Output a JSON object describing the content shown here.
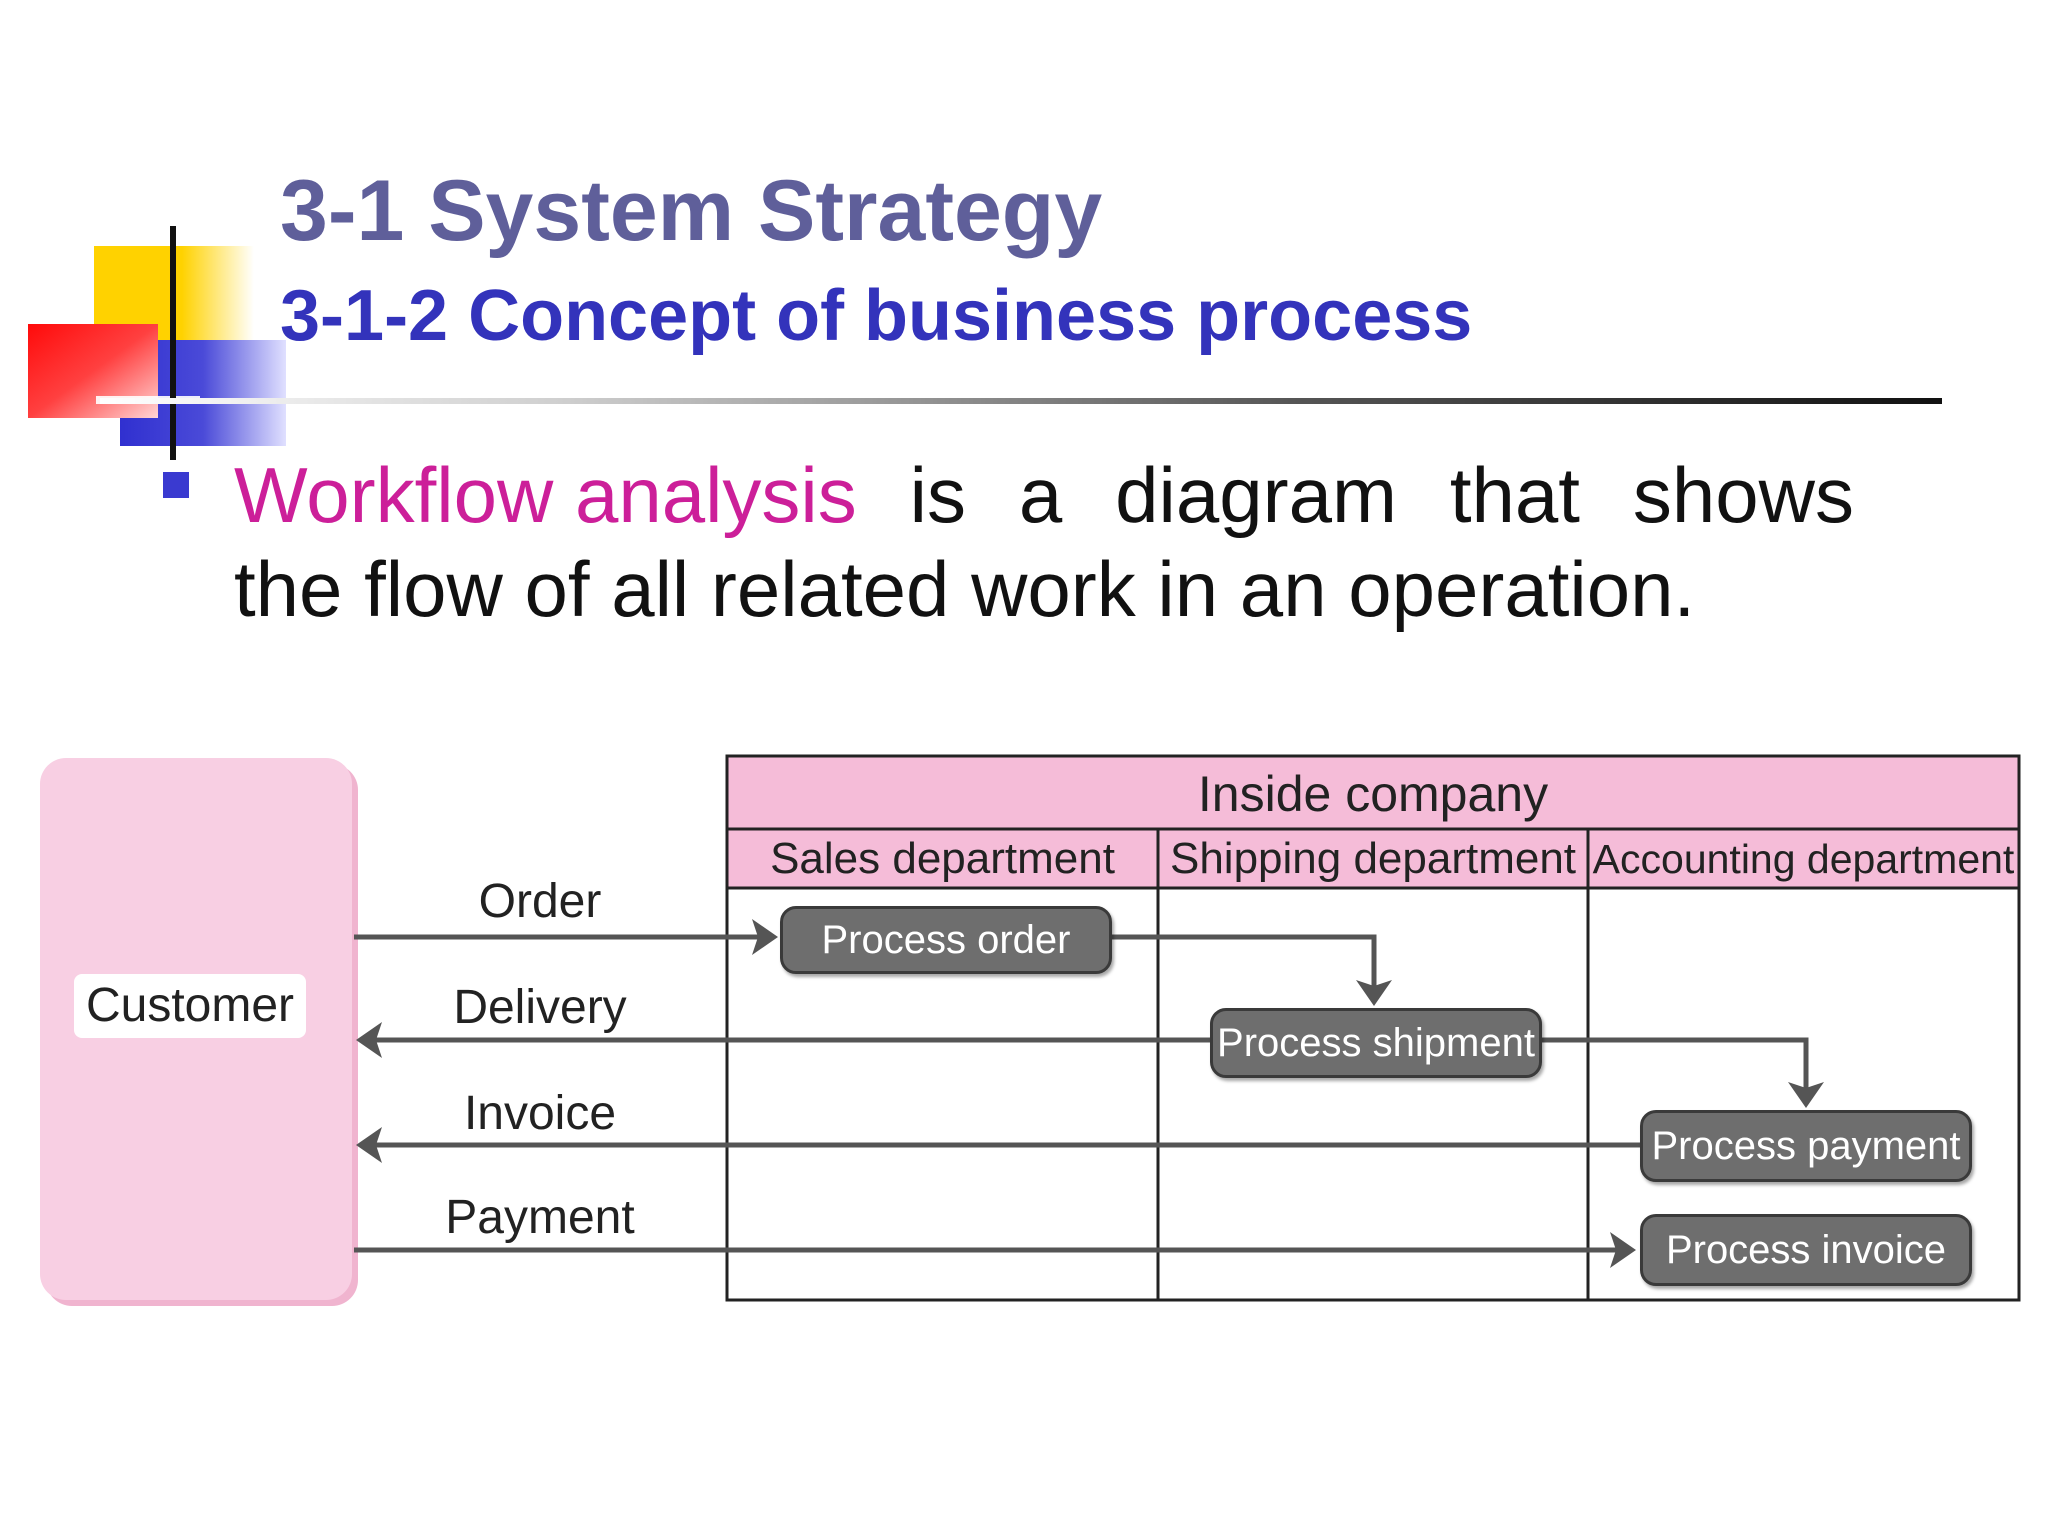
{
  "slide": {
    "title": "3-1 System Strategy",
    "subtitle": "3-1-2 Concept of business process",
    "bullet": {
      "term": "Workflow analysis",
      "line1_words": [
        "is",
        "a",
        "diagram",
        "that",
        "shows"
      ],
      "line2": "the flow of all related work in an operation."
    }
  },
  "diagram": {
    "actor": "Customer",
    "group_header": "Inside company",
    "lanes": [
      "Sales department",
      "Shipping department",
      "Accounting department"
    ],
    "processes": [
      "Process order",
      "Process shipment",
      "Process payment",
      "Process invoice"
    ],
    "flows": [
      "Order",
      "Delivery",
      "Invoice",
      "Payment"
    ],
    "colors": {
      "header_pink": "#f5bcd8",
      "customer_pink": "#f8cfe3",
      "process_gray": "#6e6e6e",
      "arrow_gray": "#555555"
    }
  }
}
